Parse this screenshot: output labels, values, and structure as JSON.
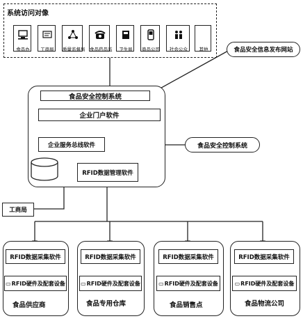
{
  "top": {
    "title": "系统访问对像",
    "objects": [
      {
        "label": "食品办",
        "icon": "computer-icon"
      },
      {
        "label": "工商局",
        "icon": "document-icon"
      },
      {
        "label": "质量监督局",
        "icon": "network-icon"
      },
      {
        "label": "食品药品监",
        "icon": "phone-icon"
      },
      {
        "label": "卫生局",
        "icon": "book-icon"
      },
      {
        "label": "商品公司",
        "icon": "mobile-icon"
      },
      {
        "label": "社会公众",
        "icon": "people-icon"
      },
      {
        "label": "其他",
        "icon": "blank-icon"
      }
    ]
  },
  "publish_site": "食品安全信息发布网站",
  "main": {
    "title": "食品安全控制系统",
    "portal": "企业门户软件",
    "esb": "企业服务总线软件",
    "rfid_mgmt": "RFID数据管理软件"
  },
  "external_system": "食品安全控制系统",
  "bureau": "工商局",
  "nodes": [
    {
      "software": "RFID数据采集软件",
      "hardware": "RFID硬件及配套设备",
      "name": "食品供应商"
    },
    {
      "software": "RFID数据采集软件",
      "hardware": "RFID硬件及配套设备",
      "name": "食品专用仓库"
    },
    {
      "software": "RFID数据采集软件",
      "hardware": "RFID硬件及配套设备",
      "name": "食品销售点"
    },
    {
      "software": "RFID数据采集软件",
      "hardware": "RFID硬件及配套设备",
      "name": "食品物流公司"
    }
  ]
}
